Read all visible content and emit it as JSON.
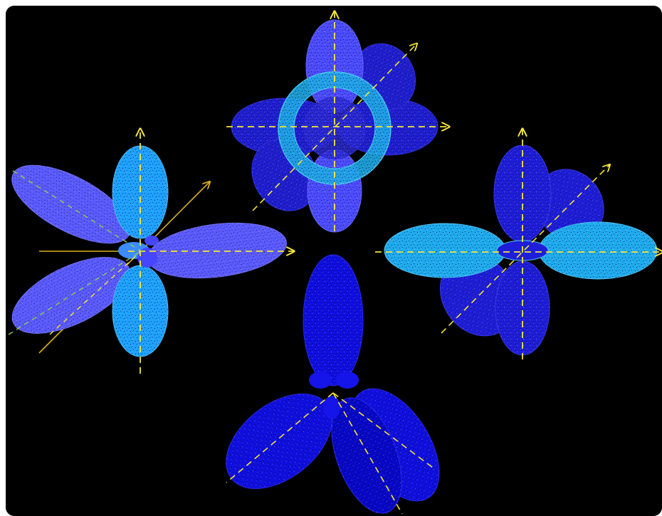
{
  "image": {
    "background": "#000000",
    "frame_color": "#ffffff",
    "axis_color_primary": "#f5e63a",
    "axis_color_secondary": "#d8b020",
    "axis_color_tertiary": "#8fd14f"
  },
  "orbitals": [
    {
      "position": "left",
      "lobe_colors": [
        "#5a5aff",
        "#1ea0ff"
      ],
      "nucleus_color": "#4646ff"
    },
    {
      "position": "top",
      "lobe_colors": [
        "#4b4bff",
        "#1f1fd0",
        "#1ea8e6"
      ],
      "nucleus_color": "#2a2ad4"
    },
    {
      "position": "right",
      "lobe_colors": [
        "#1e1ed8",
        "#1faaee"
      ],
      "nucleus_color": "#1e1ed8"
    },
    {
      "position": "bottom",
      "lobe_colors": [
        "#0f0fe0",
        "#0808c8"
      ],
      "nucleus_color": "#1515ea"
    }
  ]
}
